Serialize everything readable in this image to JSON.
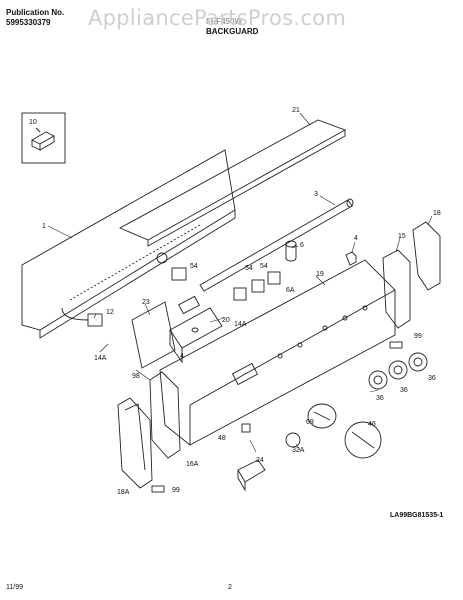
{
  "header": {
    "publication_label": "Publication No.",
    "publication_number": "5995330379",
    "section_title": "BACKGUARD",
    "model_partial": "FEF450W"
  },
  "watermark": "AppliancePartsPros.com",
  "diagram_code": "LA99BG81535-1",
  "footer": {
    "date": "11/99",
    "page": "2"
  },
  "callouts": [
    "10",
    "21",
    "1",
    "3",
    "18",
    "15",
    "6",
    "4",
    "54",
    "54",
    "54",
    "19",
    "6A",
    "23",
    "12",
    "20",
    "14A",
    "14A",
    "4",
    "98",
    "99",
    "36",
    "36",
    "36",
    "46",
    "69",
    "48",
    "32A",
    "24",
    "16A",
    "18A",
    "99"
  ]
}
